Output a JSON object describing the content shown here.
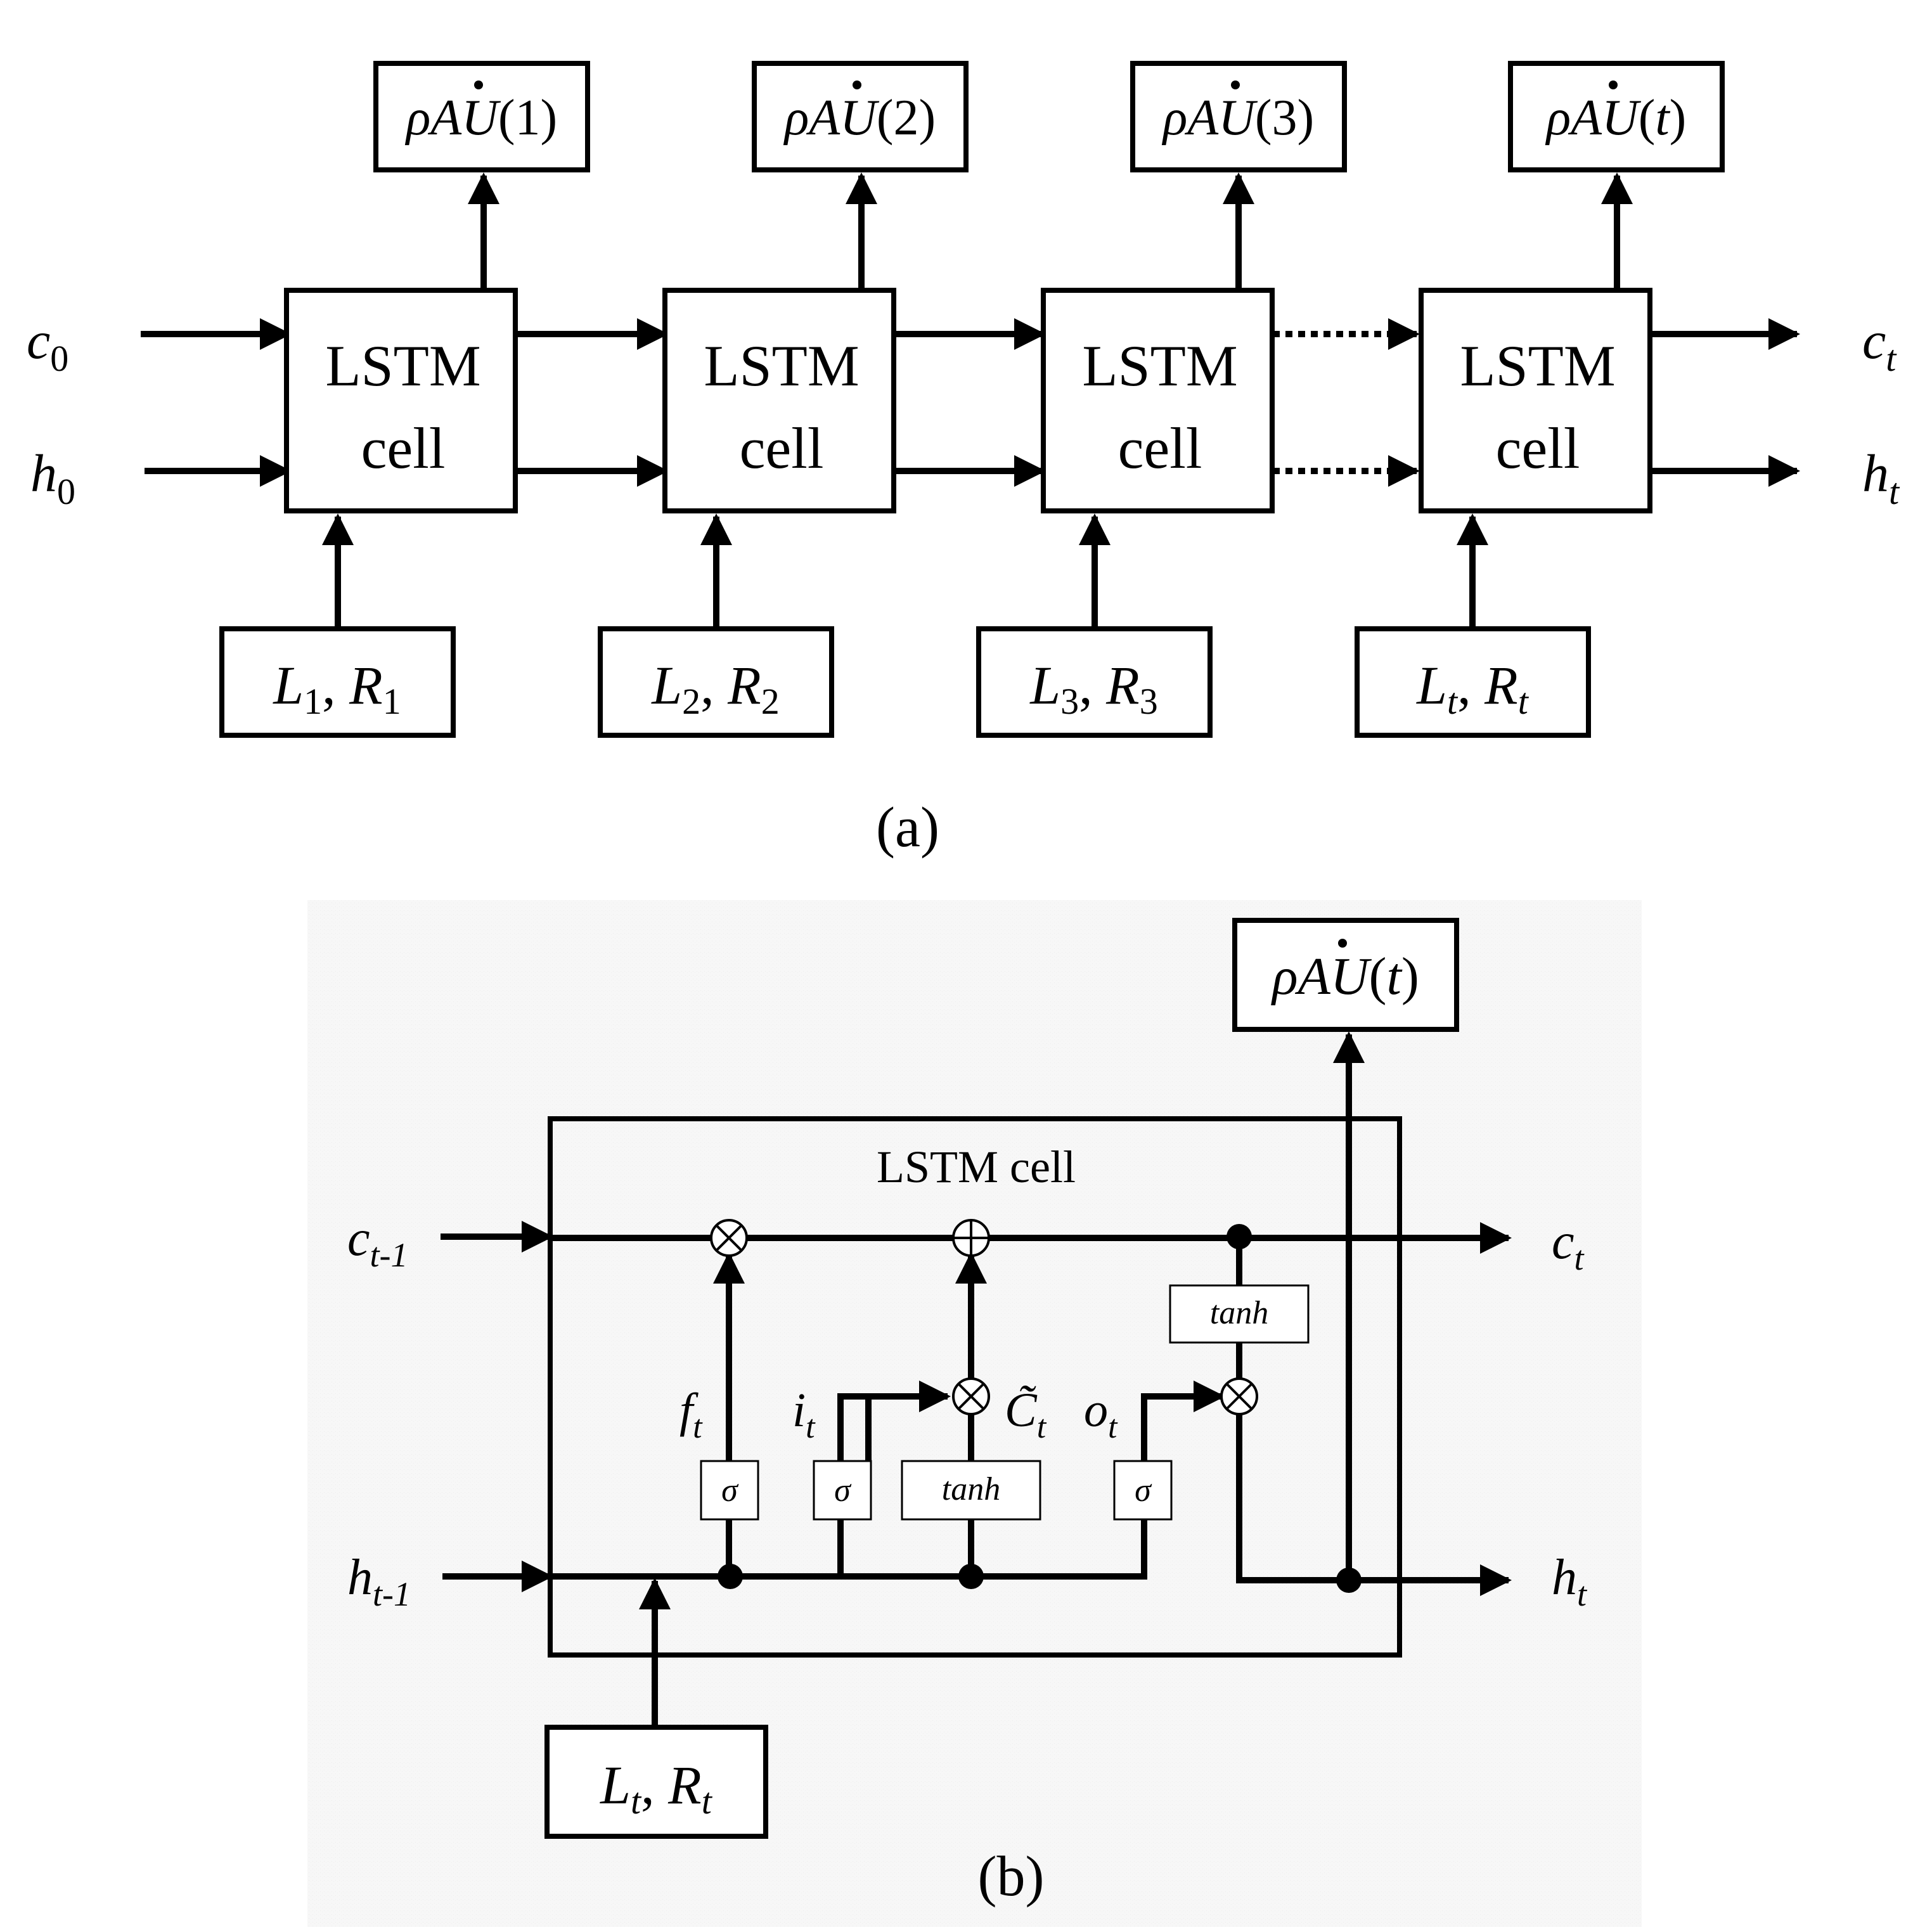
{
  "panel_a": {
    "label": "(a)",
    "cell_label_line1": "LSTM",
    "cell_label_line2": "cell",
    "left_state_c": "c",
    "left_state_c_sub": "0",
    "left_state_h": "h",
    "left_state_h_sub": "0",
    "right_state_c": "c",
    "right_state_c_sub": "t",
    "right_state_h": "h",
    "right_state_h_sub": "t",
    "outputs": [
      {
        "rho": "ρ",
        "a": "A",
        "u": "U",
        "arg": "1"
      },
      {
        "rho": "ρ",
        "a": "A",
        "u": "U",
        "arg": "2"
      },
      {
        "rho": "ρ",
        "a": "A",
        "u": "U",
        "arg": "3"
      },
      {
        "rho": "ρ",
        "a": "A",
        "u": "U",
        "arg": "t"
      }
    ],
    "inputs": [
      {
        "l": "L",
        "l_sub": "1",
        "r": "R",
        "r_sub": "1"
      },
      {
        "l": "L",
        "l_sub": "2",
        "r": "R",
        "r_sub": "2"
      },
      {
        "l": "L",
        "l_sub": "3",
        "r": "R",
        "r_sub": "3"
      },
      {
        "l": "L",
        "l_sub": "t",
        "r": "R",
        "r_sub": "t"
      }
    ]
  },
  "panel_b": {
    "label": "(b)",
    "cell_title": "LSTM cell",
    "c_prev": "c",
    "c_prev_sub": "t-1",
    "h_prev": "h",
    "h_prev_sub": "t-1",
    "c_out": "c",
    "c_out_sub": "t",
    "h_out": "h",
    "h_out_sub": "t",
    "forget_gate": "f",
    "forget_gate_sub": "t",
    "input_gate": "i",
    "input_gate_sub": "t",
    "candidate": "C̃",
    "candidate_sub": "t",
    "output_gate": "o",
    "output_gate_sub": "t",
    "sigma": "σ",
    "tanh": "tanh",
    "output_rho": "ρ",
    "output_a": "A",
    "output_u": "U",
    "output_arg": "t",
    "input_l": "L",
    "input_l_sub": "t",
    "input_r": "R",
    "input_r_sub": "t"
  }
}
